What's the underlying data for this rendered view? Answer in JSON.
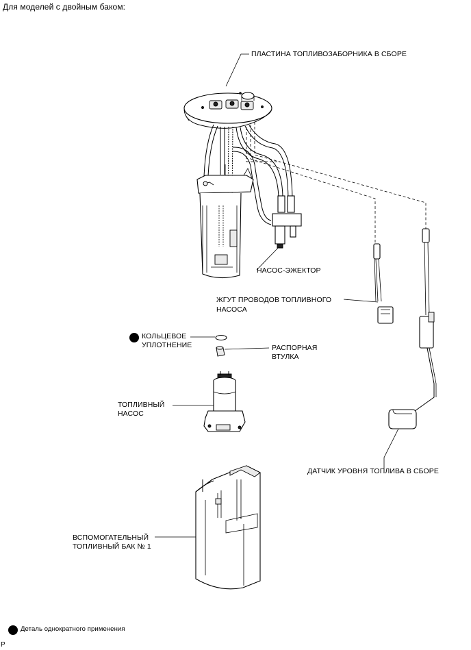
{
  "header": {
    "title": "Для моделей с двойным баком:"
  },
  "labels": {
    "plate": "ПЛАСТИНА ТОПЛИВОЗАБОРНИКА В СБОРЕ",
    "ejector": "НАСОС-ЭЖЕКТОР",
    "harness_l1": "ЖГУТ ПРОВОДОВ ТОПЛИВНОГО",
    "harness_l2": "НАСОСА",
    "oring_l1": "КОЛЬЦЕВОЕ",
    "oring_l2": "УПЛОТНЕНИЕ",
    "spacer_l1": "РАСПОРНАЯ",
    "spacer_l2": "ВТУЛКА",
    "pump_l1": "ТОПЛИВНЫЙ",
    "pump_l2": "НАСОС",
    "sender": "ДАТЧИК УРОВНЯ ТОПЛИВА В СБОРЕ",
    "subtank_l1": "ВСПОМОГАТЕЛЬНЫЙ",
    "subtank_l2": "ТОПЛИВНЫЙ БАК № 1"
  },
  "legend": {
    "text": "Деталь однократного применения"
  },
  "footer": {
    "page_mark": "P"
  }
}
